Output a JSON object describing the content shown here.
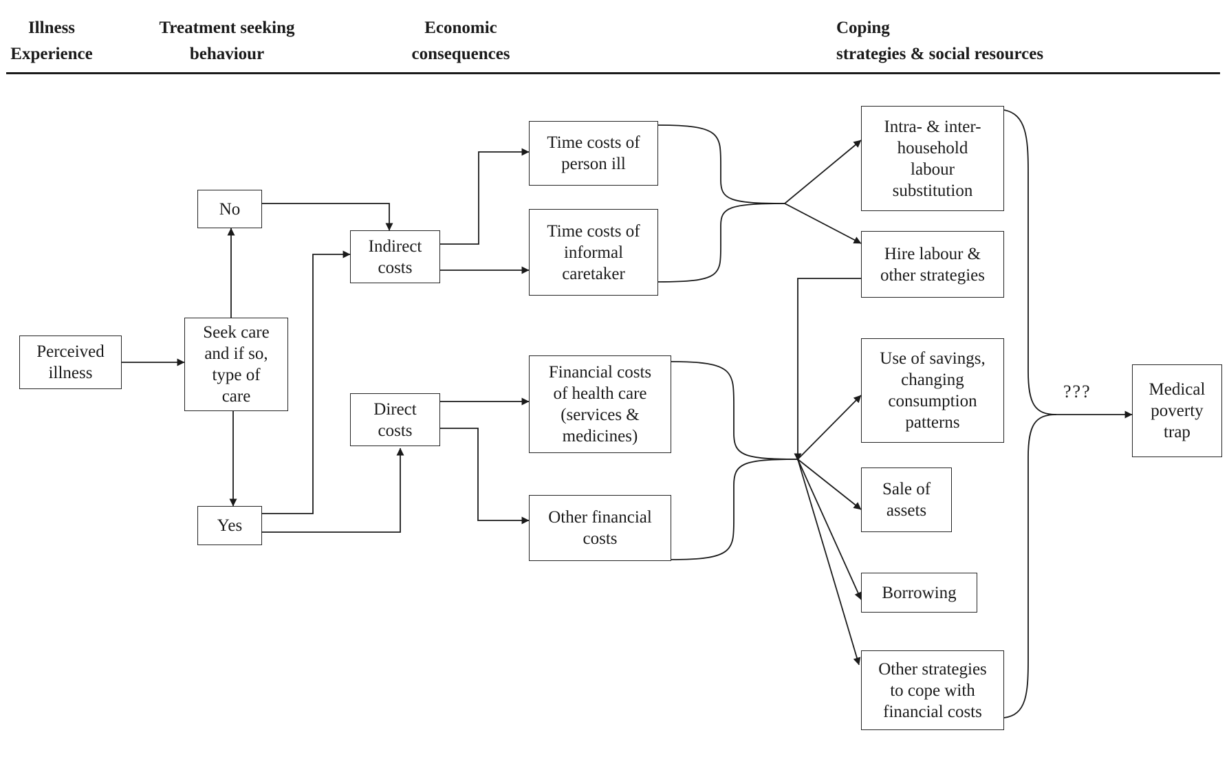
{
  "headers": {
    "illness": "Illness\nExperience",
    "treatment": "Treatment seeking\nbehaviour",
    "economic": "Economic\nconsequences",
    "coping": "Coping\nstrategies & social resources"
  },
  "boxes": {
    "perceived_illness": "Perceived\nillness",
    "seek_care": "Seek care\nand if so,\ntype of\ncare",
    "no": "No",
    "yes": "Yes",
    "indirect_costs": "Indirect\ncosts",
    "direct_costs": "Direct\ncosts",
    "time_costs_person": "Time costs of\nperson ill",
    "time_costs_caretaker": "Time costs of\ninformal\ncaretaker",
    "financial_costs_health": "Financial costs\nof health care\n(services &\nmedicines)",
    "other_financial_costs": "Other financial\ncosts",
    "labour_substitution": "Intra- & inter-\nhousehold\nlabour\nsubstitution",
    "hire_labour": "Hire labour &\nother strategies",
    "use_savings": "Use of savings,\nchanging\nconsumption\npatterns",
    "sale_assets": "Sale of\nassets",
    "borrowing": "Borrowing",
    "other_strategies": "Other strategies\nto cope with\nfinancial costs",
    "medical_poverty_trap": "Medical\npoverty\ntrap"
  },
  "unknown_link_label": "???"
}
